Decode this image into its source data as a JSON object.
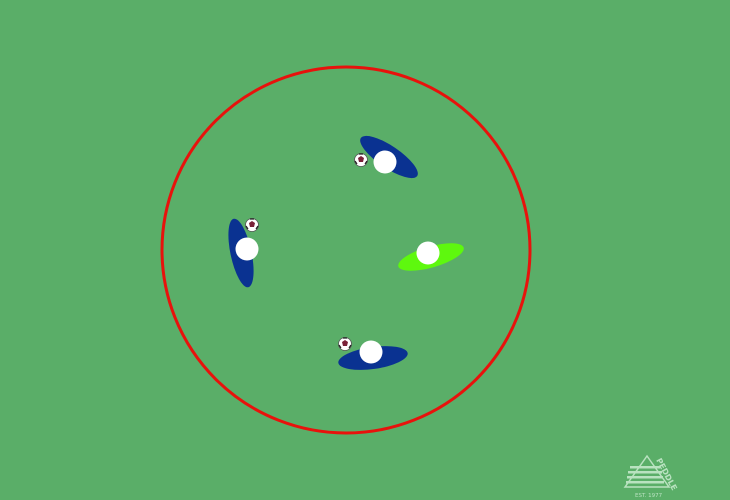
{
  "colors": {
    "pitch": "#5aae68",
    "circle": "#e8120c",
    "player_blue": "#0a3291",
    "player_green": "#5ef80e",
    "head": "#ffffff",
    "ball_dark": "#7a2138",
    "logo": "#b9e2c0"
  },
  "players": [
    {
      "team": "blue",
      "role": "outfield",
      "with_ball": true
    },
    {
      "team": "blue",
      "role": "outfield",
      "with_ball": true
    },
    {
      "team": "green",
      "role": "center",
      "with_ball": false
    },
    {
      "team": "blue",
      "role": "outfield",
      "with_ball": true
    }
  ],
  "icons": [
    "soccer-ball-icon",
    "player-icon",
    "logo-icon"
  ],
  "logo": {
    "brand": "PEDDLE",
    "est": "EST. 1977"
  }
}
